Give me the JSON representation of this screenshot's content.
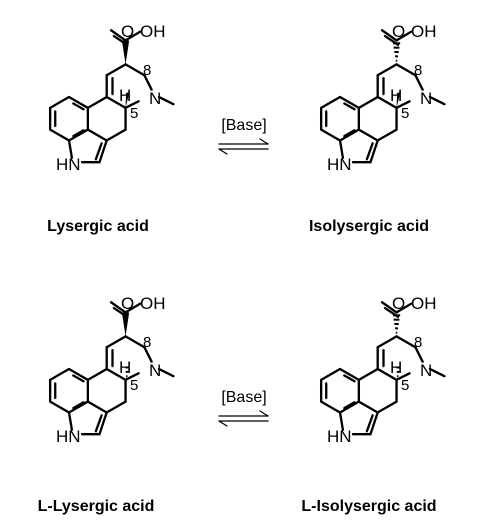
{
  "atoms": {
    "oxygen": "O",
    "hydroxyl": "OH",
    "nitrogen": "N",
    "hydrogen": "H",
    "indole_nh": "HN"
  },
  "locants": {
    "c8": "8",
    "c5": "5"
  },
  "condition": "[Base]",
  "molecules": [
    {
      "name": "Lysergic acid",
      "c8_bond": "wedge",
      "c5h_bond": "wedge"
    },
    {
      "name": "Isolysergic acid",
      "c8_bond": "hash",
      "c5h_bond": "wedge"
    },
    {
      "name": "L-Lysergic acid",
      "c8_bond": "wedge",
      "c5h_bond": "hash"
    },
    {
      "name": "L-Isolysergic acid",
      "c8_bond": "hash",
      "c5h_bond": "hash"
    }
  ],
  "colors": {
    "ink": "#000000",
    "background": "#ffffff"
  }
}
